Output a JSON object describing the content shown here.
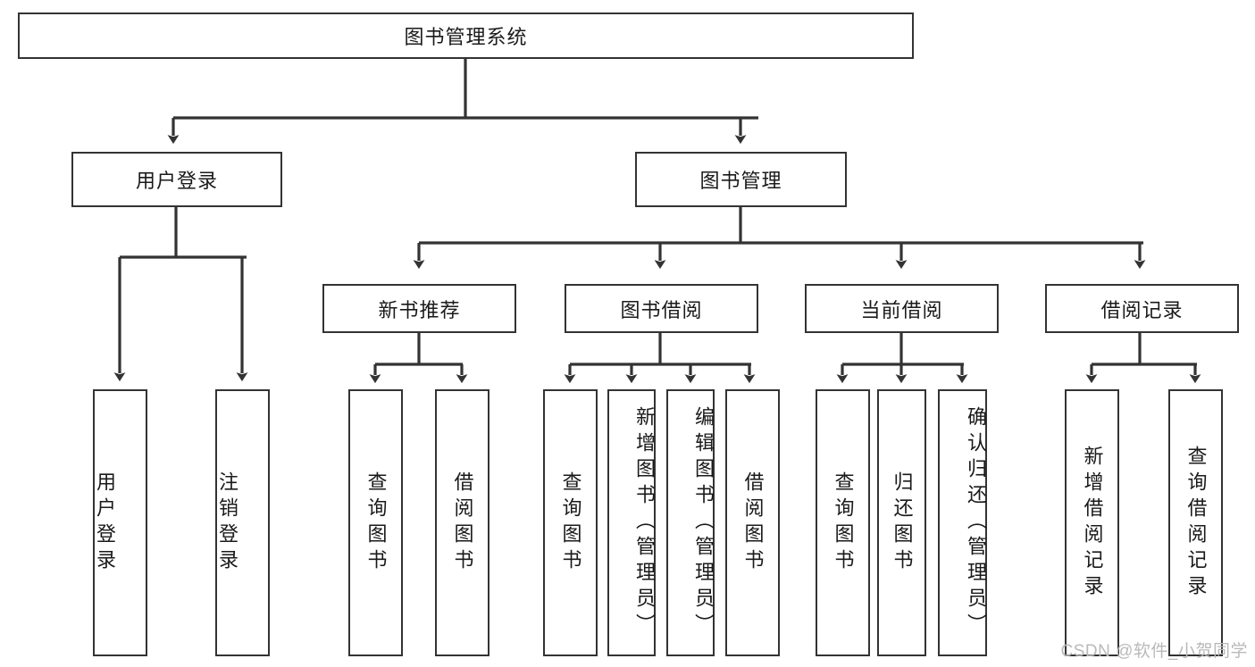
{
  "diagram": {
    "title": "图书管理系统",
    "type": "tree-hierarchy-diagram",
    "root": {
      "id": "root",
      "label": "图书管理系统"
    },
    "level2": [
      {
        "id": "user-login",
        "label": "用户登录"
      },
      {
        "id": "book-management",
        "label": "图书管理"
      }
    ],
    "level3": [
      {
        "id": "new-book-recommend",
        "label": "新书推荐",
        "parent": "book-management"
      },
      {
        "id": "book-borrow",
        "label": "图书借阅",
        "parent": "book-management"
      },
      {
        "id": "current-borrow",
        "label": "当前借阅",
        "parent": "book-management"
      },
      {
        "id": "borrow-record",
        "label": "借阅记录",
        "parent": "book-management"
      }
    ],
    "leaves": [
      {
        "id": "leaf-user-login",
        "label": "用户登录",
        "parent": "user-login"
      },
      {
        "id": "leaf-user-logout",
        "label": "注销登录",
        "parent": "user-login"
      },
      {
        "id": "leaf-query-book-1",
        "label": "查询图书",
        "parent": "new-book-recommend"
      },
      {
        "id": "leaf-borrow-book-1",
        "label": "借阅图书",
        "parent": "new-book-recommend"
      },
      {
        "id": "leaf-query-book-2",
        "label": "查询图书",
        "parent": "book-borrow"
      },
      {
        "id": "leaf-add-book",
        "label": "新增图书（管理员）",
        "parent": "book-borrow"
      },
      {
        "id": "leaf-edit-book",
        "label": "编辑图书（管理员）",
        "parent": "book-borrow"
      },
      {
        "id": "leaf-borrow-book-2",
        "label": "借阅图书",
        "parent": "book-borrow"
      },
      {
        "id": "leaf-query-book-3",
        "label": "查询图书",
        "parent": "current-borrow"
      },
      {
        "id": "leaf-return-book",
        "label": "归还图书",
        "parent": "current-borrow"
      },
      {
        "id": "leaf-confirm-return",
        "label": "确认归还（管理员）",
        "parent": "current-borrow"
      },
      {
        "id": "leaf-add-record",
        "label": "新增借阅记录",
        "parent": "borrow-record"
      },
      {
        "id": "leaf-query-record",
        "label": "查询借阅记录",
        "parent": "borrow-record"
      }
    ],
    "colors": {
      "stroke": "#333333",
      "fill": "#ffffff",
      "text": "#1a1a1a",
      "watermark": "#b9b9b9"
    }
  },
  "watermark": {
    "text": "CSDN @软件_小贺同学"
  }
}
